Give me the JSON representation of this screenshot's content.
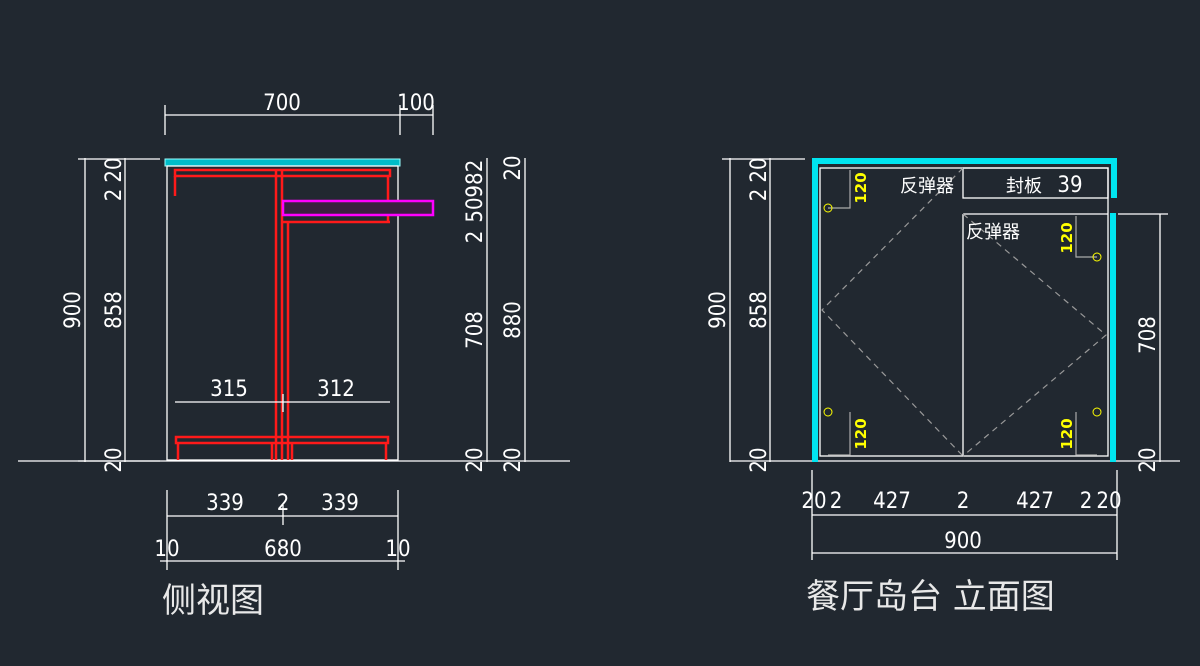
{
  "side_view": {
    "title": "侧视图",
    "top_dims": [
      "700",
      "100"
    ],
    "left_dims": {
      "overall": "900",
      "parts": [
        "20",
        "2",
        "858",
        "20"
      ]
    },
    "right_dims": {
      "parts": [
        "2",
        "98",
        "50",
        "2",
        "708",
        "20"
      ],
      "overall": [
        "20",
        "880",
        "20"
      ]
    },
    "inner_dims": [
      "315",
      "312"
    ],
    "bottom_dims_1": [
      "339",
      "2",
      "339"
    ],
    "bottom_dims_2": [
      "10",
      "680",
      "10"
    ]
  },
  "elevation": {
    "title": "餐厅岛台 立面图",
    "labels": {
      "rebounder_1": "反弹器",
      "rebounder_2": "反弹器",
      "sealing_board": "封板",
      "sealing_dim": "39"
    },
    "hinge_dim": "120",
    "left_dims": {
      "overall": "900",
      "parts": [
        "20",
        "2",
        "858",
        "20"
      ]
    },
    "right_dims": [
      "708",
      "20"
    ],
    "bottom_dims_1": [
      "20",
      "2",
      "427",
      "2",
      "427",
      "2",
      "20"
    ],
    "bottom_dims_2": [
      "900"
    ]
  },
  "colors": {
    "background": "#212830",
    "countertop": "#00e5f0",
    "frame": "#ff1a1a",
    "panel": "#ff00ff",
    "hinge_dim": "#ffff00"
  }
}
